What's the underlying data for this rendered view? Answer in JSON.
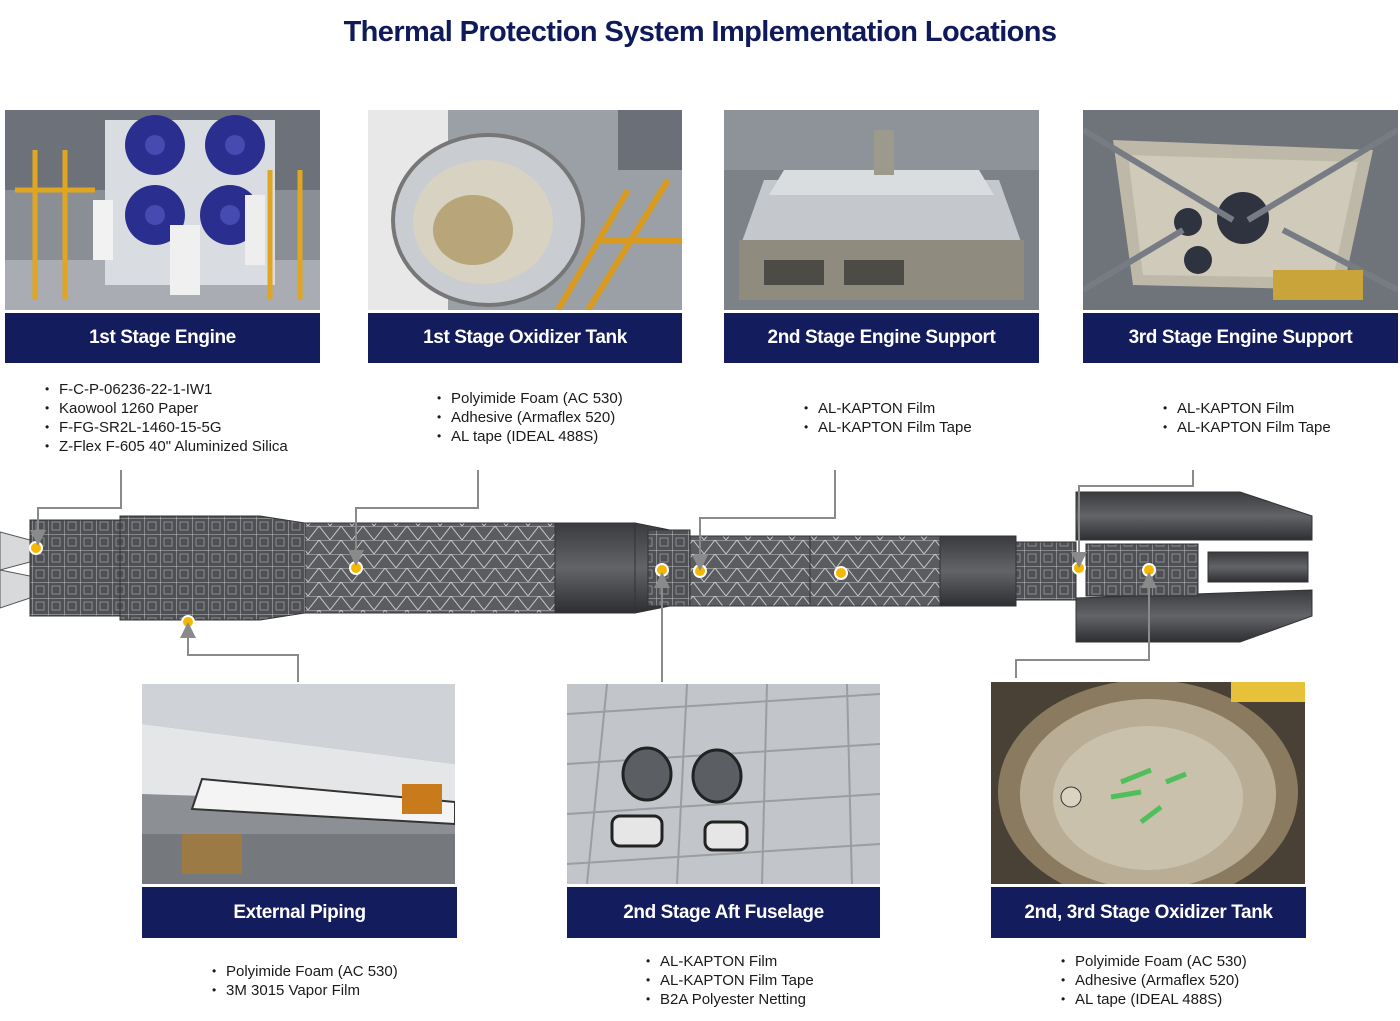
{
  "title": "Thermal Protection System Implementation Locations",
  "top_locations": [
    {
      "label": "1st Stage Engine",
      "materials": [
        "F-C-P-06236-22-1-IW1",
        "Kaowool 1260 Paper",
        "F-FG-SR2L-1460-15-5G",
        "Z-Flex F-605 40\" Aluminized Silica"
      ]
    },
    {
      "label": "1st Stage Oxidizer Tank",
      "materials": [
        "Polyimide Foam (AC 530)",
        "Adhesive (Armaflex 520)",
        "AL tape (IDEAL 488S)"
      ]
    },
    {
      "label": "2nd Stage Engine Support",
      "materials": [
        "AL-KAPTON Film",
        "AL-KAPTON Film Tape"
      ]
    },
    {
      "label": "3rd Stage Engine Support",
      "materials": [
        "AL-KAPTON Film",
        "AL-KAPTON Film Tape"
      ]
    }
  ],
  "bottom_locations": [
    {
      "label": "External Piping",
      "materials": [
        "Polyimide Foam (AC 530)",
        "3M 3015 Vapor Film"
      ]
    },
    {
      "label": "2nd Stage Aft Fuselage",
      "materials": [
        "AL-KAPTON Film",
        "AL-KAPTON Film Tape",
        "B2A Polyester Netting"
      ]
    },
    {
      "label": "2nd, 3rd Stage Oxidizer Tank",
      "materials": [
        "Polyimide Foam (AC 530)",
        "Adhesive (Armaflex 520)",
        "AL tape (IDEAL 488S)"
      ]
    }
  ],
  "colors": {
    "title": "#0f1a5a",
    "label_bg": "#131c5c",
    "marker": "#f5b800",
    "leader": "#8a8a8a"
  }
}
